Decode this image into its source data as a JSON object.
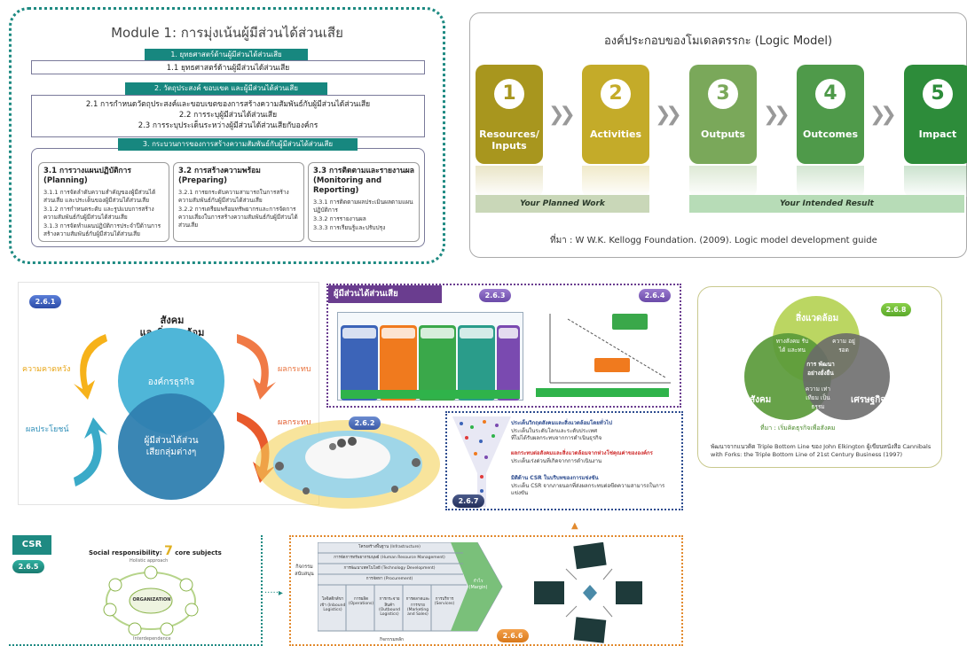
{
  "module1": {
    "title": "Module 1: การมุ่งเน้นผู้มีส่วนได้ส่วนเสีย",
    "s1_bar": "1. ยุทธศาสตร์ด้านผู้มีส่วนได้ส่วนเสีย",
    "s1_text": "1.1 ยุทธศาสตร์ด้านผู้มีส่วนได้ส่วนเสีย",
    "s2_bar": "2. วัตถุประสงค์ ขอบเขต และผู้มีส่วนได้ส่วนเสีย",
    "s2_lines": [
      "2.1 การกำหนดวัตถุประสงค์และขอบเขตของการสร้างความสัมพันธ์กับผู้มีส่วนได้ส่วนเสีย",
      "2.2 การระบุผู้มีส่วนได้ส่วนเสีย",
      "2.3 การระบุประเด็นระหว่างผู้มีส่วนได้ส่วนเสียกับองค์กร"
    ],
    "s3_bar": "3. กระบวนการของการสร้างความสัมพันธ์กับผู้มีส่วนได้ส่วนเสีย",
    "sub": [
      {
        "head": "3.1 การวางแผนปฏิบัติการ (Planning)",
        "items": [
          "3.1.1 การจัดลำดับความสำคัญของผู้มีส่วนได้ส่วนเสีย และประเด็นของผู้มีส่วนได้ส่วนเสีย",
          "3.1.2 การกำหนดระดับ และรูปแบบการสร้างความสัมพันธ์กับผู้มีส่วนได้ส่วนเสีย",
          "3.1.3 การจัดทำแผนปฏิบัติการประจำปีด้านการสร้างความสัมพันธ์กับผู้มีส่วนได้ส่วนเสีย"
        ]
      },
      {
        "head": "3.2 การสร้างความพร้อม (Preparing)",
        "items": [
          "3.2.1 การยกระดับความสามารถในการสร้างความสัมพันธ์กับผู้มีส่วนได้ส่วนเสีย",
          "3.2.2 การเตรียมพร้อมทรัพยากรและการจัดการความเสี่ยงในการสร้างความสัมพันธ์กับผู้มีส่วนได้ส่วนเสีย"
        ]
      },
      {
        "head": "3.3 การติดตามและรายงานผล (Monitoring and Reporting)",
        "items": [
          "3.3.1 การติดตามผลประเมินผลตามแผนปฏิบัติการ",
          "3.3.2 การรายงานผล",
          "3.3.3 การเรียนรู้และปรับปรุง"
        ]
      }
    ]
  },
  "logic_model": {
    "title": "องค์ประกอบของโมเดลตรรกะ (Logic Model)",
    "steps": [
      {
        "num": "1",
        "label": "Resources/ Inputs",
        "color": "#a8961e"
      },
      {
        "num": "2",
        "label": "Activities",
        "color": "#c4ab29"
      },
      {
        "num": "3",
        "label": "Outputs",
        "color": "#7aa85a"
      },
      {
        "num": "4",
        "label": "Outcomes",
        "color": "#4f9a4a"
      },
      {
        "num": "5",
        "label": "Impact",
        "color": "#2d8c3a"
      }
    ],
    "planned": "Your Planned Work",
    "intended": "Your Intended Result",
    "source": "ที่มา : W W.K. Kellogg Foundation. (2009). Logic model development guide"
  },
  "p261": {
    "badge": "2.6.1",
    "top_label": "สังคม\nและสิ่งแวดล้อม",
    "inner_top": "องค์กรธุรกิจ",
    "inner_bottom": "ผู้มีส่วนได้ส่วน\nเสียกลุ่มต่างๆ",
    "left_top": "ความคาดหวัง",
    "left_bottom": "ผลประโยชน์",
    "right_top": "ผลกระทบ",
    "right_bottom": "ผลกระทบ"
  },
  "p263": {
    "tag": "ผู้มีส่วนได้ส่วนเสีย",
    "badge_a": "2.6.3",
    "badge_b": "2.6.4"
  },
  "p262": {
    "badge": "2.6.2"
  },
  "p267": {
    "badge": "2.6.7",
    "line1": "ประเด็นวิกฤตสังคมและสิ่งแวดล้อมโดยทั่วไป",
    "line1b": "ประเด็นในระดับโลกและระดับประเทศ",
    "line1c": "ที่ไม่ได้รับผลกระทบจากการดำเนินธุรกิจ",
    "line2": "ผลกระทบต่อสังคมและสิ่งแวดล้อมจากห่วงโซ่คุณค่าขององค์กร",
    "line2b": "ประเด็นเร่งด่วนที่เกิดจากการดำเนินงาน",
    "line3": "มิติด้าน CSR ในบริบทของการแข่งขัน",
    "line3b": "ประเด็น CSR จากภายนอกที่ส่งผลกระทบต่อขีดความสามารถในการแข่งขัน"
  },
  "tbl": {
    "badge": "2.6.8",
    "env": "สิ่งแวดล้อม",
    "soc": "สังคม",
    "eco": "เศรษฐกิจ",
    "c1": "ทางสังคม รับได้ และทน",
    "c2": "ความ อยู่รอด",
    "c3": "การ พัฒนา อย่างยั่งยืน",
    "c4": "ความ เท่าเทียม เป็นธรรม",
    "source": "ที่มา : เริ่มคิดธุรกิจเพื่อสังคม",
    "note": "พัฒนาจากแนวคิด Triple Bottom Line ของ John Elkington ผู้เขียนหนังสือ Cannibals with Forks: the Triple Bottom Line of 21st Century Business (1997)"
  },
  "p265": {
    "tab": "CSR",
    "badge": "2.6.5",
    "title_a": "Social responsibility: ",
    "title_num": "7",
    "title_b": " core subjects",
    "center": "ORGANIZATION",
    "top": "Holistic approach",
    "bottom": "Interdependence"
  },
  "p266": {
    "badge": "2.6.6",
    "support_rows": [
      "โครงสร้างพื้นฐาน (Infrastructure)",
      "การจัดการทรัพยากรมนุษย์ (Human Resource Management)",
      "การพัฒนาเทคโนโลยี (Technology Development)",
      "การจัดหา (Procurement)"
    ],
    "primary": [
      "โลจิสติกส์ขาเข้า (Inbound Logistics)",
      "การผลิต (Operations)",
      "การกระจายสินค้า (Outbound Logistics)",
      "การตลาดและการขาย (Marketing and Sales)",
      "การบริการ (Services)"
    ],
    "margin": "กำไร (Margin)",
    "side": "กิจกรรมสนับสนุน",
    "bottom": "กิจกรรมหลัก"
  }
}
